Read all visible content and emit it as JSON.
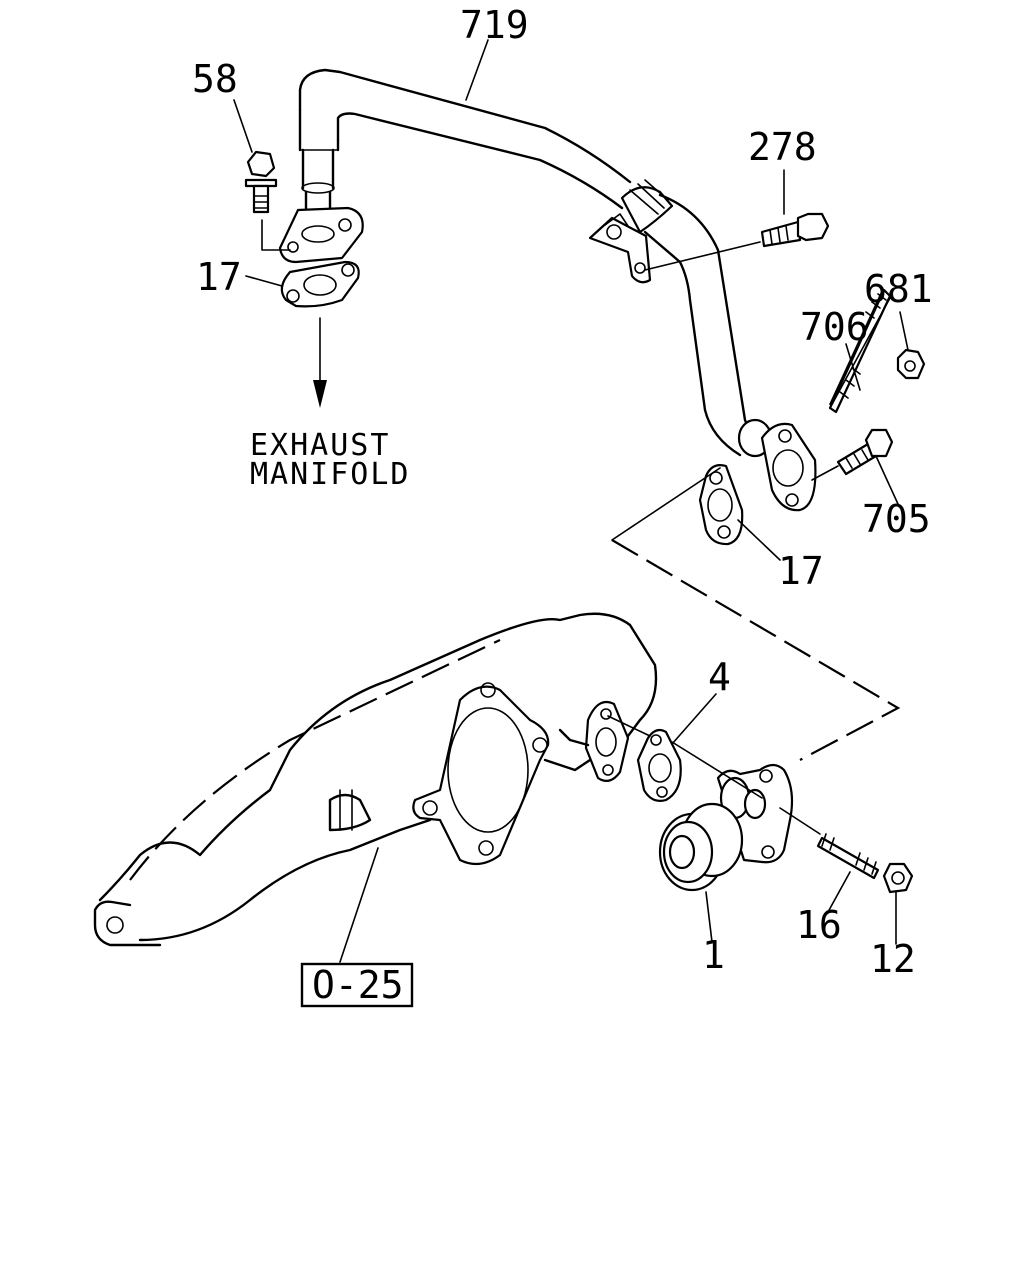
{
  "diagram": {
    "part_numbers": {
      "p719": "719",
      "p58": "58",
      "p17_top": "17",
      "p278": "278",
      "p681": "681",
      "p706": "706",
      "p705": "705",
      "p17_right": "17",
      "p4": "4",
      "p1": "1",
      "p16": "16",
      "p12": "12"
    },
    "note": {
      "line1": "EXHAUST",
      "line2": "MANIFOLD"
    },
    "reference_box": "O-25"
  }
}
